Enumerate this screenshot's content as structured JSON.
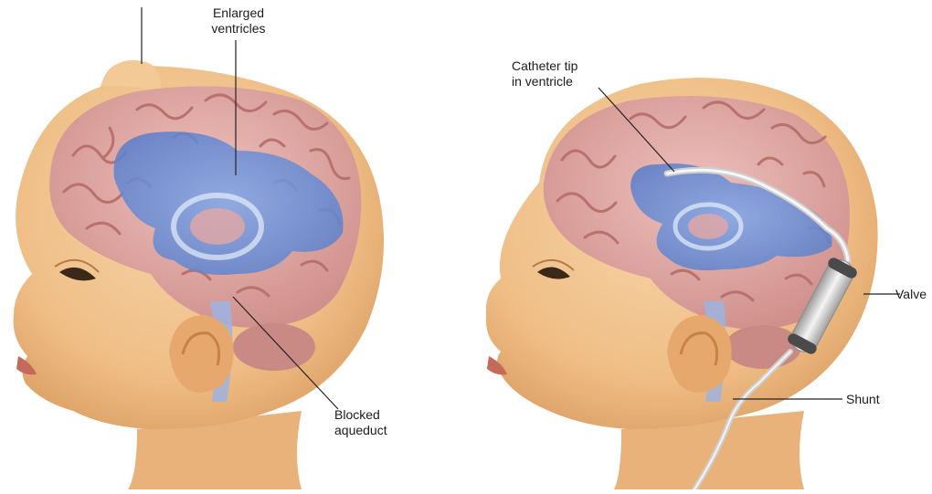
{
  "figure": {
    "left_panel": {
      "labels": {
        "enlarged_ventricles": [
          "Enlarged",
          "ventricles"
        ],
        "blocked_aqueduct": [
          "Blocked",
          "aqueduct"
        ]
      }
    },
    "right_panel": {
      "labels": {
        "catheter_tip": [
          "Catheter tip",
          "in ventricle"
        ],
        "valve": "Valve",
        "shunt": "Shunt"
      }
    }
  },
  "colors": {
    "skin": "#f0c08a",
    "skin_shadow": "#d99a5e",
    "brain": "#e3a8a4",
    "brain_fold": "#b9716d",
    "ventricle": "#6e93d8",
    "tube": "#e8e8e8",
    "leader": "#222222"
  }
}
